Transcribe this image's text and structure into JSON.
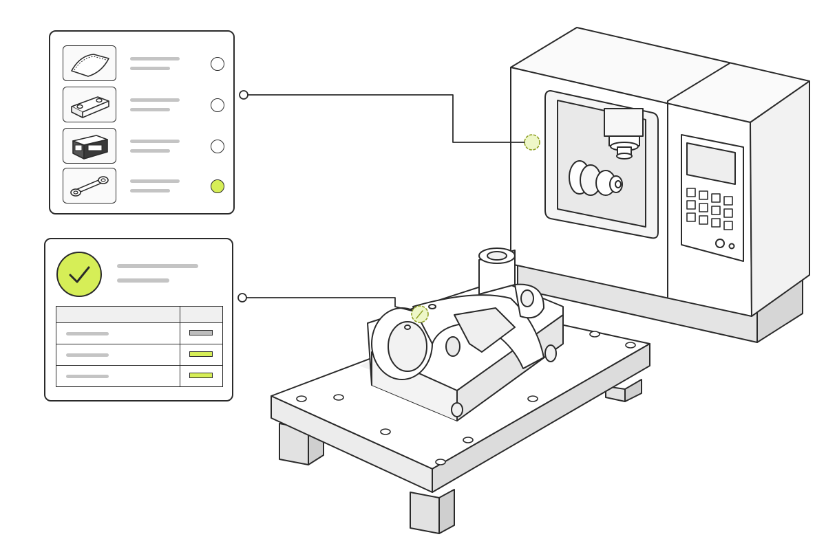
{
  "colors": {
    "accent": "#d6ee57",
    "outline": "#2a2a2a",
    "placeholder_line": "#c4c4c4",
    "neutral_status": "#bdbdbd"
  },
  "part_selector": {
    "items": [
      {
        "icon": "sheet-panel-icon",
        "selected": false
      },
      {
        "icon": "bracket-plate-icon",
        "selected": false
      },
      {
        "icon": "electronics-box-icon",
        "selected": false
      },
      {
        "icon": "link-arm-icon",
        "selected": true
      }
    ]
  },
  "inspection_result": {
    "status_icon": "checkmark-icon",
    "status": "pass",
    "rows": [
      {
        "status_color": "#bdbdbd"
      },
      {
        "status_color": "#d6ee57"
      },
      {
        "status_color": "#d6ee57"
      }
    ]
  },
  "scene": {
    "machine": "cnc-machine-illustration",
    "part": "machined-bracket-illustration",
    "fixture": "fixture-table-illustration"
  }
}
